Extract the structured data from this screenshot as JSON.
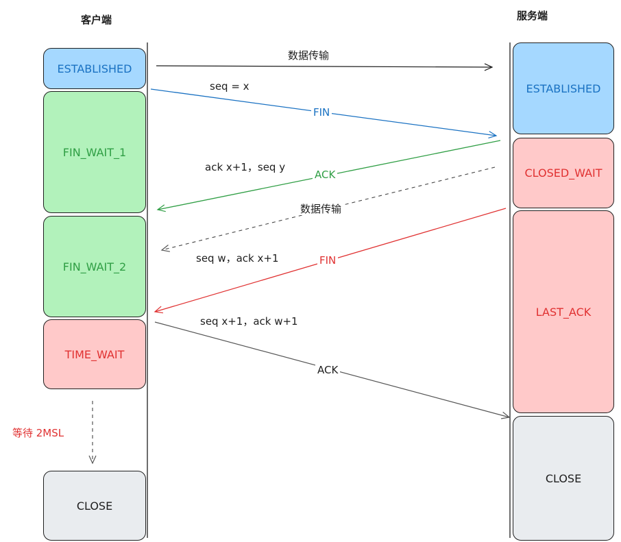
{
  "headers": {
    "client": "客户端",
    "server": "服务端"
  },
  "client_states": {
    "established": "ESTABLISHED",
    "fin_wait_1": "FIN_WAIT_1",
    "fin_wait_2": "FIN_WAIT_2",
    "time_wait": "TIME_WAIT",
    "close": "CLOSE"
  },
  "server_states": {
    "established": "ESTABLISHED",
    "closed_wait": "CLOSED_WAIT",
    "last_ack": "LAST_ACK",
    "close": "CLOSE"
  },
  "messages": {
    "data_transfer_1": "数据传输",
    "seq_x": "seq = x",
    "fin_1": "FIN",
    "ack_seq_y": "ack x+1，seq y",
    "ack_1": "ACK",
    "data_transfer_2": "数据传输",
    "seq_w_ack": "seq w，ack x+1",
    "fin_2": "FIN",
    "seq_ack_w": "seq x+1，ack w+1",
    "ack_2": "ACK"
  },
  "wait_note": "等待 2MSL",
  "colors": {
    "blue_fill": "#a5d8ff",
    "blue_text": "#1971c2",
    "green_fill": "#b2f2bb",
    "green_text": "#2f9e44",
    "red_fill": "#ffc9c9",
    "red_text": "#e03131",
    "gray_fill": "#e9ecef",
    "gray_text": "#1e1e1e"
  }
}
